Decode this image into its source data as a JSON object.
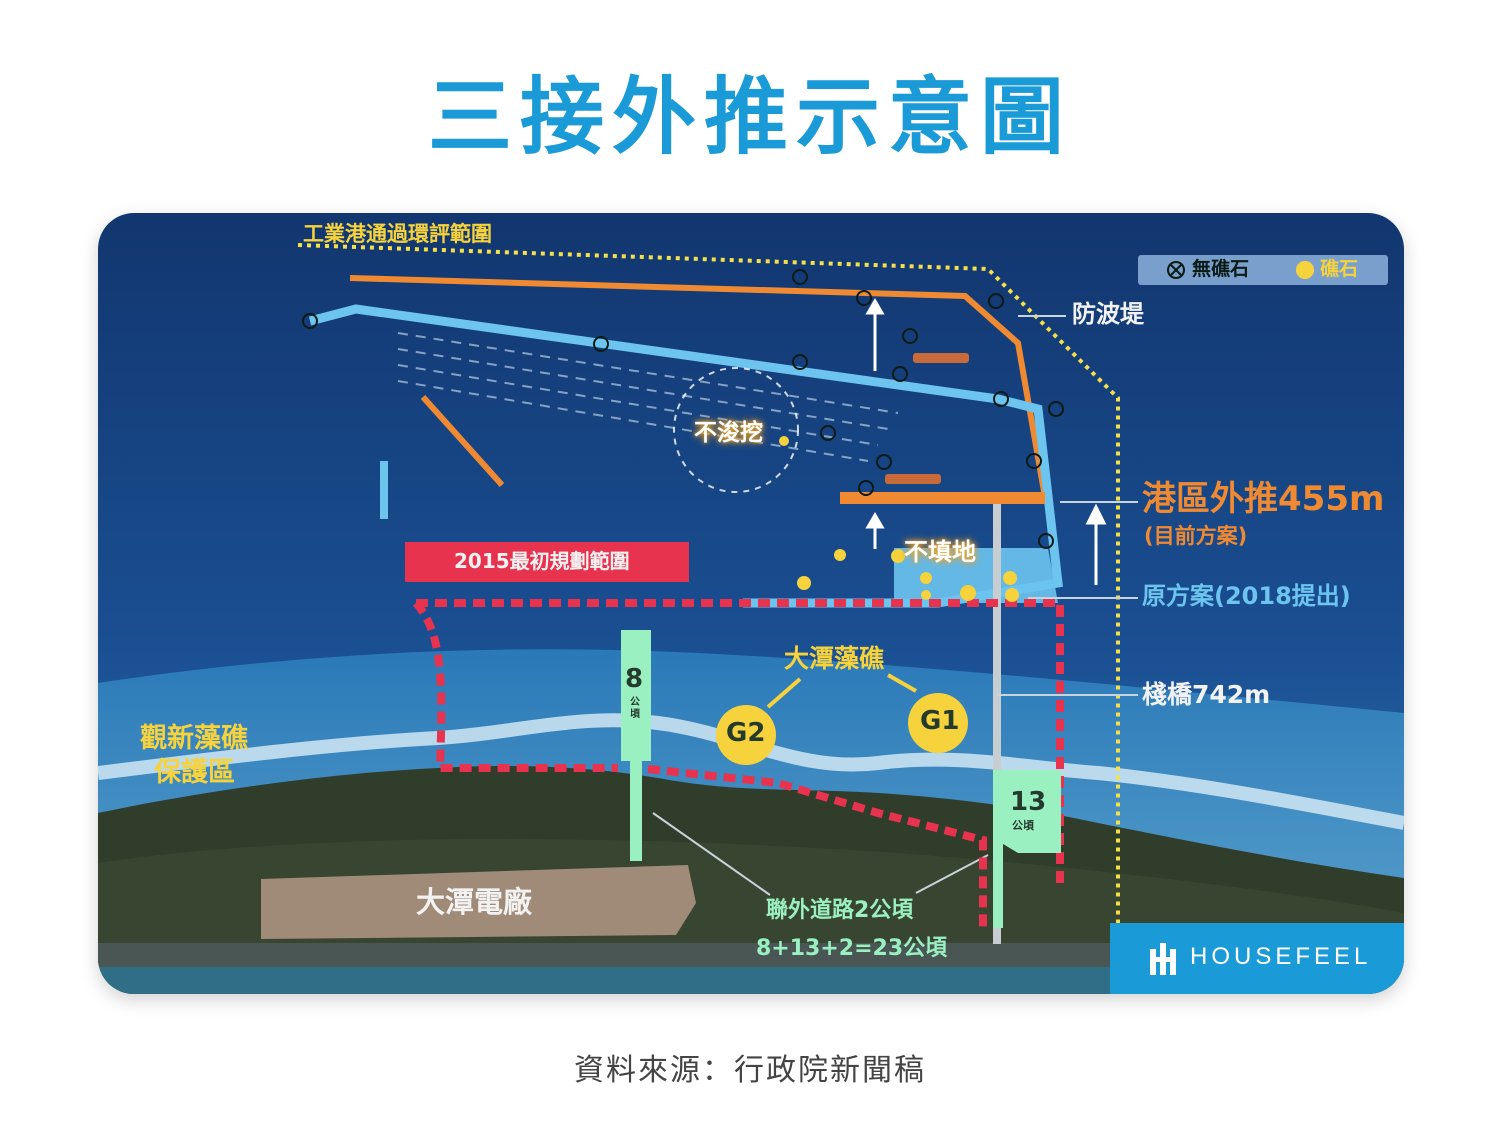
{
  "title": "三接外推示意圖",
  "source": "資料來源：行政院新聞稿",
  "map": {
    "industrial_port_range": "工業港通過環評範圍",
    "legend": {
      "no_reef": "無礁石",
      "reef": "礁石"
    },
    "breakwater": "防波堤",
    "no_dredge": "不浚挖",
    "push_out": "港區外推455m",
    "current_plan": "(目前方案)",
    "no_fill": "不填地",
    "original_plan": "原方案(2018提出)",
    "initial_plan": "2015最初規劃範圍",
    "reef_name": "大潭藻礁",
    "g1": "G1",
    "g2": "G2",
    "trestle": "棧橋742m",
    "guanxin": "觀新藻礁",
    "protected": "保護區",
    "area8_num": "8",
    "area8_unit": "公頃",
    "area13_num": "13",
    "area13_unit": "公頃",
    "power_plant": "大潭電廠",
    "road": "聯外道路2公頃",
    "total": "8+13+2=23公頃"
  },
  "brand": "HOUSEFEEL",
  "colors": {
    "title": "#1a9ad6",
    "orange": "#f08a32",
    "light_blue": "#6cc4ef",
    "red": "#e8334f",
    "yellow": "#f6d23c",
    "green": "#9af0c0"
  }
}
